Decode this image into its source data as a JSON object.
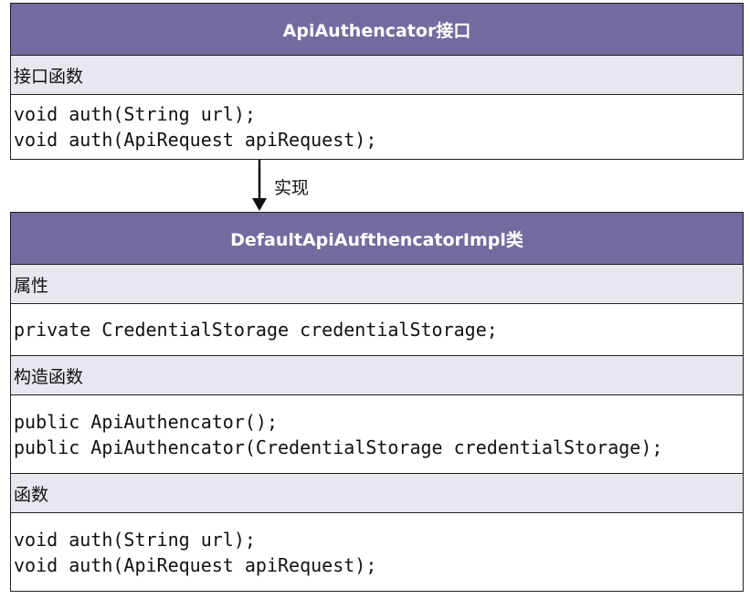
{
  "interface_box": {
    "title": "ApiAuthencator接口",
    "section_label": "接口函数",
    "methods": [
      "void auth(String url);",
      "void auth(ApiRequest apiRequest);"
    ]
  },
  "relation": {
    "label": "实现"
  },
  "impl_box": {
    "title": "DefaultApiAufthencatorImpl类",
    "attributes_label": "属性",
    "attributes": [
      "private CredentialStorage credentialStorage;"
    ],
    "constructors_label": "构造函数",
    "constructors": [
      "public ApiAuthencator();",
      "public ApiAuthencator(CredentialStorage credentialStorage);"
    ],
    "functions_label": "函数",
    "functions": [
      "void auth(String url);",
      "void auth(ApiRequest apiRequest);"
    ]
  },
  "colors": {
    "header_bg": "#756aa0",
    "section_bg": "#e8e6ef",
    "border": "#1f1f1f"
  }
}
